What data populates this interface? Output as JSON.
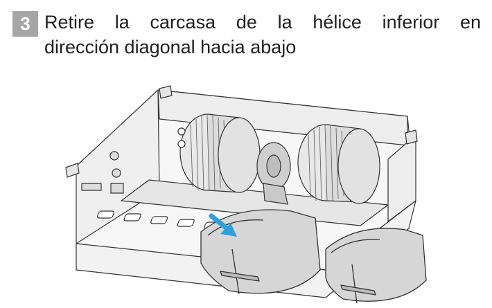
{
  "step": {
    "number": "3"
  },
  "instruction": {
    "line1": "Retire la carcasa de la hélice inferior en",
    "line2": "dirección diagonal hacia abajo"
  },
  "illustration": {
    "arrow_color": "#2f9fdc",
    "line_color": "#333333",
    "housing_fill": "#d4d4d4"
  }
}
